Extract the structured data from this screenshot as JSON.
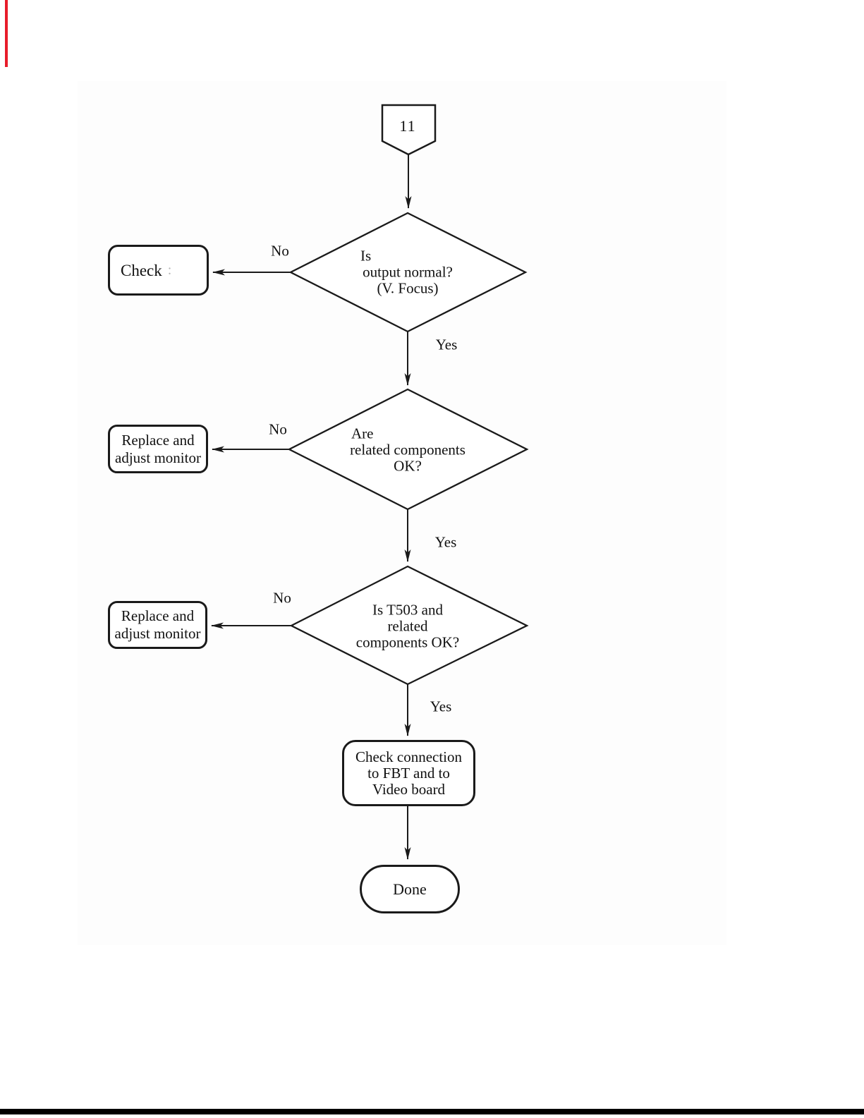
{
  "palette": {
    "ink": "#1a1a1a",
    "paper": "#ffffff",
    "red_mark": "#e81c2a",
    "bottom_rule": "#000000"
  },
  "connector": {
    "label": "11"
  },
  "decisions": [
    {
      "lines": [
        "Is",
        "output normal?",
        "(V. Focus)"
      ],
      "no": "No",
      "yes": "Yes"
    },
    {
      "lines": [
        "Are",
        "related components",
        "OK?"
      ],
      "no": "No",
      "yes": "Yes"
    },
    {
      "lines": [
        "Is T503 and",
        "related",
        "components OK?"
      ],
      "no": "No",
      "yes": "Yes"
    }
  ],
  "actions": {
    "check": {
      "label": "Check",
      "faint_mark": ":"
    },
    "replace_1": {
      "lines": [
        "Replace and",
        "adjust monitor"
      ]
    },
    "replace_2": {
      "lines": [
        "Replace and",
        "adjust monitor"
      ]
    },
    "connection": {
      "lines": [
        "Check connection",
        "to FBT and to",
        "Video board"
      ]
    }
  },
  "terminal": {
    "label": "Done"
  }
}
